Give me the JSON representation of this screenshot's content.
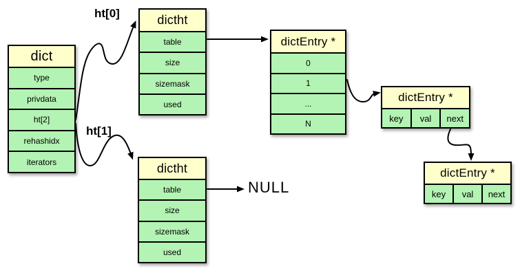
{
  "diagram": {
    "title": "redis dict structure diagram",
    "labels": {
      "ht0": "ht[0]",
      "ht1": "ht[1]",
      "null_text": "NULL"
    },
    "boxes": {
      "dict": {
        "header": "dict",
        "rows": [
          "type",
          "privdata",
          "ht[2]",
          "rehashidx",
          "iterators"
        ]
      },
      "dictht_top": {
        "header": "dictht",
        "rows": [
          "table",
          "size",
          "sizemask",
          "used"
        ]
      },
      "dictht_bottom": {
        "header": "dictht",
        "rows": [
          "table",
          "size",
          "sizemask",
          "used"
        ]
      },
      "entry_array": {
        "header": "dictEntry *",
        "rows": [
          "0",
          "1",
          "...",
          "N"
        ]
      },
      "entry_first": {
        "header": "dictEntry *",
        "cells": [
          "key",
          "val",
          "next"
        ]
      },
      "entry_second": {
        "header": "dictEntry *",
        "cells": [
          "key",
          "val",
          "next"
        ]
      }
    },
    "colors": {
      "header_fill": "#FFFFCC",
      "row_fill": "#B3F3B3",
      "border": "#000000",
      "background": "#FFFFFF"
    }
  }
}
